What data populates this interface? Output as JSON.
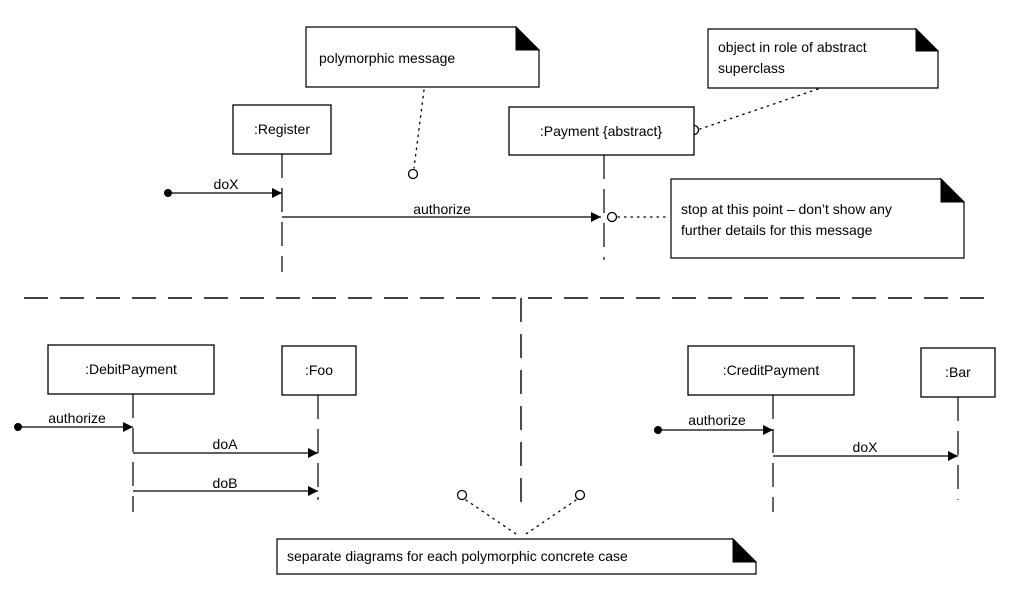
{
  "lifelines": {
    "register": ":Register",
    "payment": ":Payment {abstract}",
    "debit_payment": ":DebitPayment",
    "foo": ":Foo",
    "credit_payment": ":CreditPayment",
    "bar": ":Bar"
  },
  "messages": {
    "register_dox": "doX",
    "authorize_top": "authorize",
    "debit_authorize": "authorize",
    "debit_doa": "doA",
    "debit_dob": "doB",
    "credit_authorize": "authorize",
    "credit_dox": "doX"
  },
  "notes": {
    "polymorphic": "polymorphic message",
    "abstract_line1": "object in role of abstract",
    "abstract_line2": "superclass",
    "stop_line1": "stop at this point – don’t show any",
    "stop_line2": "further details for this message",
    "separate": "separate diagrams for each polymorphic concrete case"
  }
}
